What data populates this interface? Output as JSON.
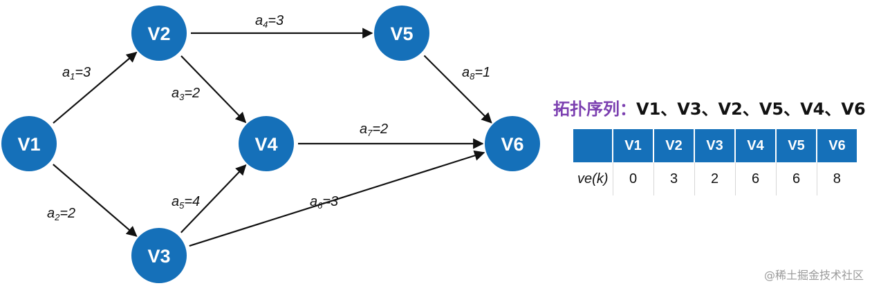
{
  "nodes": [
    {
      "id": "V1",
      "label": "V1"
    },
    {
      "id": "V2",
      "label": "V2"
    },
    {
      "id": "V3",
      "label": "V3"
    },
    {
      "id": "V4",
      "label": "V4"
    },
    {
      "id": "V5",
      "label": "V5"
    },
    {
      "id": "V6",
      "label": "V6"
    }
  ],
  "edges": [
    {
      "from": "V1",
      "to": "V2",
      "name": "a",
      "sub": "1",
      "weight": "=3"
    },
    {
      "from": "V1",
      "to": "V3",
      "name": "a",
      "sub": "2",
      "weight": "=2"
    },
    {
      "from": "V2",
      "to": "V4",
      "name": "a",
      "sub": "3",
      "weight": "=2"
    },
    {
      "from": "V2",
      "to": "V5",
      "name": "a",
      "sub": "4",
      "weight": "=3"
    },
    {
      "from": "V3",
      "to": "V4",
      "name": "a",
      "sub": "5",
      "weight": "=4"
    },
    {
      "from": "V3",
      "to": "V6",
      "name": "a",
      "sub": "6",
      "weight": "=3"
    },
    {
      "from": "V4",
      "to": "V6",
      "name": "a",
      "sub": "7",
      "weight": "=2"
    },
    {
      "from": "V5",
      "to": "V6",
      "name": "a",
      "sub": "8",
      "weight": "=1"
    }
  ],
  "colors": {
    "node": "#1570b9",
    "title": "#7b3fb0",
    "edge": "#111111"
  },
  "topological": {
    "title": "拓扑序列：",
    "sequence": "V1、V3、V2、V5、V4、V6"
  },
  "table": {
    "headers": [
      "V1",
      "V2",
      "V3",
      "V4",
      "V5",
      "V6"
    ],
    "row_label": "ve(k)",
    "values": [
      "0",
      "3",
      "2",
      "6",
      "6",
      "8"
    ]
  },
  "watermark": "@稀土掘金技术社区"
}
